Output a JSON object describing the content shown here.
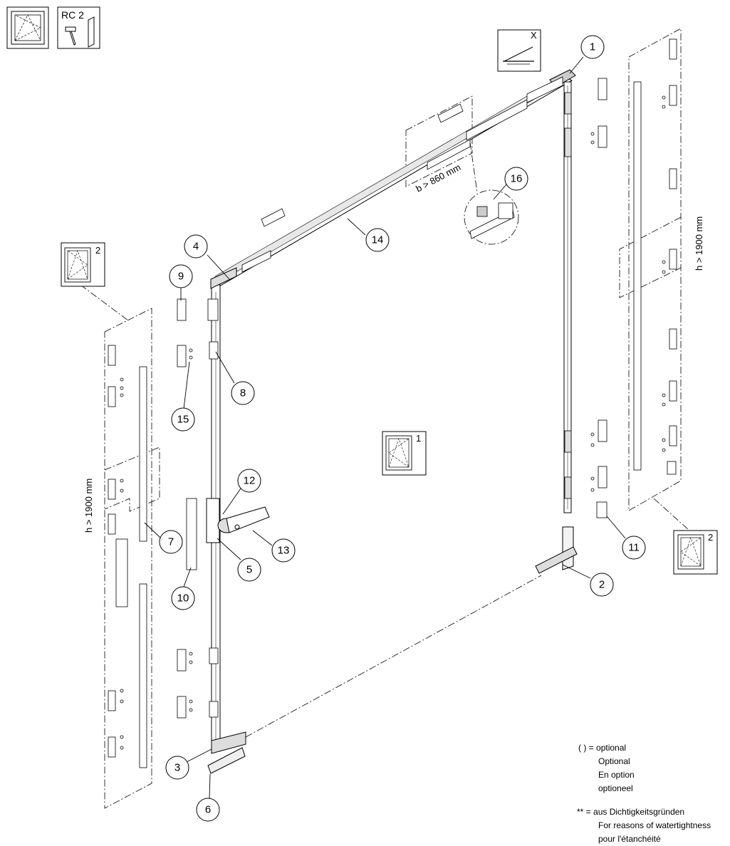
{
  "header_badges": {
    "rc_label": "RC 2"
  },
  "icon_labels": {
    "x_mark": "X",
    "left_box_num": "2",
    "center_box_num": "1",
    "right_box_num": "2"
  },
  "dimensions": {
    "width_note": "b > 860 mm",
    "height_note_left": "h > 1900 mm",
    "height_note_right": "h > 1900 mm"
  },
  "callouts": [
    "1",
    "2",
    "3",
    "4",
    "5",
    "6",
    "7",
    "8",
    "9",
    "10",
    "11",
    "12",
    "13",
    "14",
    "15",
    "16"
  ],
  "legend": {
    "optional_symbol": "( ) =",
    "optional": [
      "optional",
      "Optional",
      "En option",
      "optioneel"
    ],
    "watertight_symbol": "**  =",
    "watertight": [
      "aus Dichtigkeitsgründen",
      "For reasons of watertightness",
      "pour l'étanchéité"
    ]
  }
}
